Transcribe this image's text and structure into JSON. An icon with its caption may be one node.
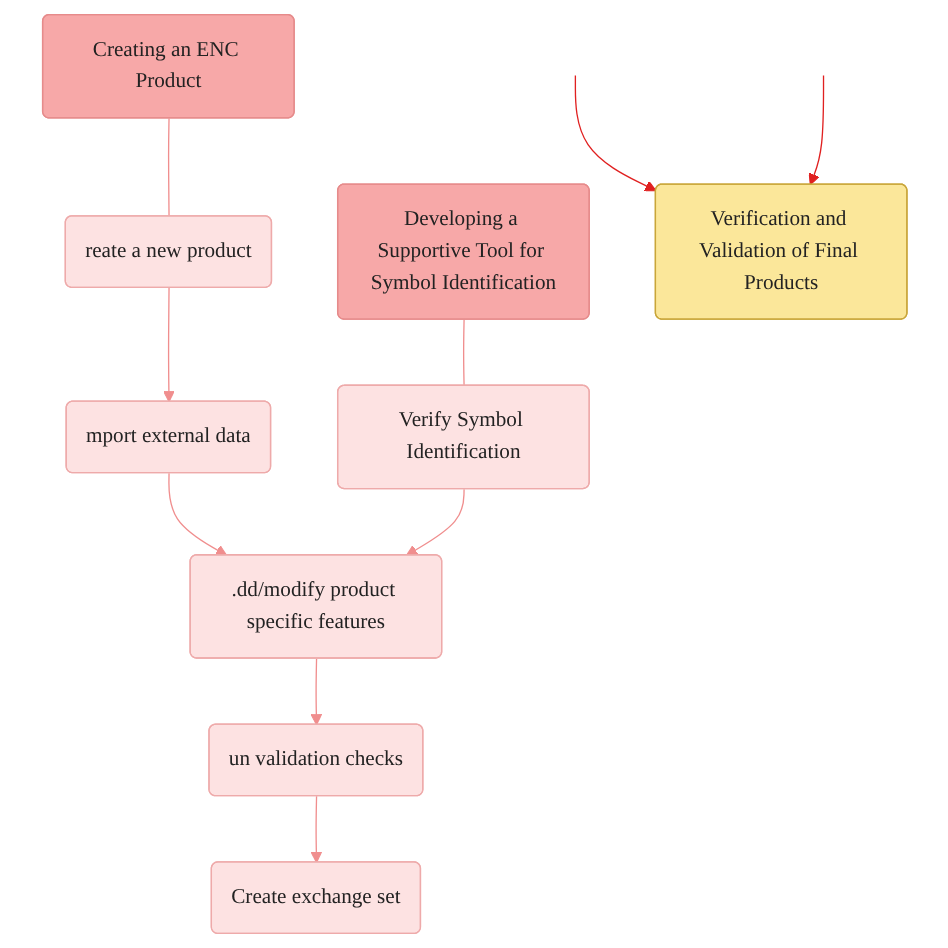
{
  "diagram": {
    "nodes": [
      {
        "text": [
          "Creating an ENC Product"
        ]
      },
      {
        "text": [
          "Developing a Supportive Tool for Symbol Identification"
        ]
      },
      {
        "text": [
          "reate a new product"
        ]
      },
      {
        "text": [
          "mport external data"
        ]
      },
      {
        "text": [
          ".dd/modify product specific features"
        ]
      },
      {
        "text": [
          "un validation checks"
        ]
      },
      {
        "text": [
          "Create exchange set"
        ]
      },
      {
        "text": [
          "Verify Symbol Identification"
        ]
      },
      {
        "text": [
          "Verification and Validation of Final Products"
        ]
      }
    ],
    "edges": [
      {
        "from": 0,
        "to": 2,
        "arrow": "none"
      },
      {
        "from": 2,
        "to": 3,
        "arrow": "to"
      },
      {
        "from": 3,
        "to": 4,
        "arrow": "to"
      },
      {
        "from": 4,
        "to": 5,
        "arrow": "to"
      },
      {
        "from": 5,
        "to": 6,
        "arrow": "to"
      },
      {
        "from": 1,
        "to": 7,
        "arrow": "none"
      },
      {
        "from": 7,
        "to": 4,
        "arrow": "to"
      },
      {
        "from": null,
        "to": 8,
        "arrow": "to",
        "color": "#e02020"
      },
      {
        "from": null,
        "to": 8,
        "arrow": "to",
        "color": "#e02020"
      }
    ]
  }
}
